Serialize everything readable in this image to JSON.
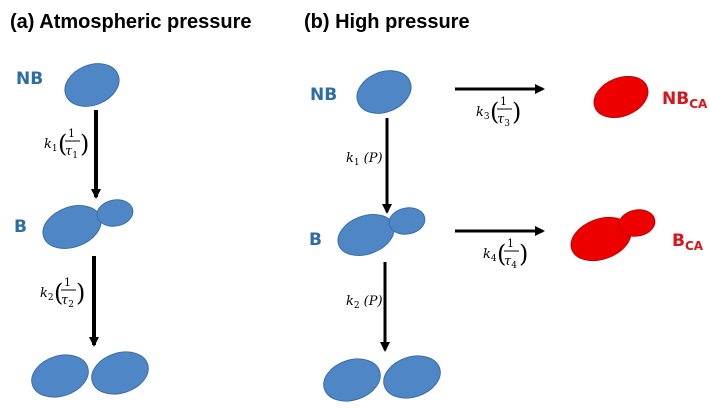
{
  "panels": {
    "a": {
      "title": "(a) Atmospheric pressure"
    },
    "b": {
      "title": "(b) High pressure"
    }
  },
  "species": {
    "nb": "NB",
    "b": "B",
    "nb_ca": {
      "main": "NB",
      "sub": "CA"
    },
    "b_ca": {
      "main": "B",
      "sub": "CA"
    }
  },
  "rates": {
    "k1": {
      "symbol": "k",
      "sub": "1",
      "num": "1",
      "den": "τ",
      "den_sub": "1"
    },
    "k2": {
      "symbol": "k",
      "sub": "2",
      "num": "1",
      "den": "τ",
      "den_sub": "2"
    },
    "k3": {
      "symbol": "k",
      "sub": "3",
      "num": "1",
      "den": "τ",
      "den_sub": "3"
    },
    "k4": {
      "symbol": "k",
      "sub": "4",
      "num": "1",
      "den": "τ",
      "den_sub": "4"
    },
    "k1p": {
      "symbol": "k",
      "sub": "1",
      "arg": "(P)"
    },
    "k2p": {
      "symbol": "k",
      "sub": "2",
      "arg": "(P)"
    }
  },
  "colors": {
    "blue_fill": "#4f86c6",
    "blue_stroke": "#3a6ea5",
    "red_fill": "#ee0000",
    "red_stroke": "#b80000",
    "label_blue": "#2e6da4",
    "label_red": "#d8141c",
    "arrow": "#000000"
  }
}
